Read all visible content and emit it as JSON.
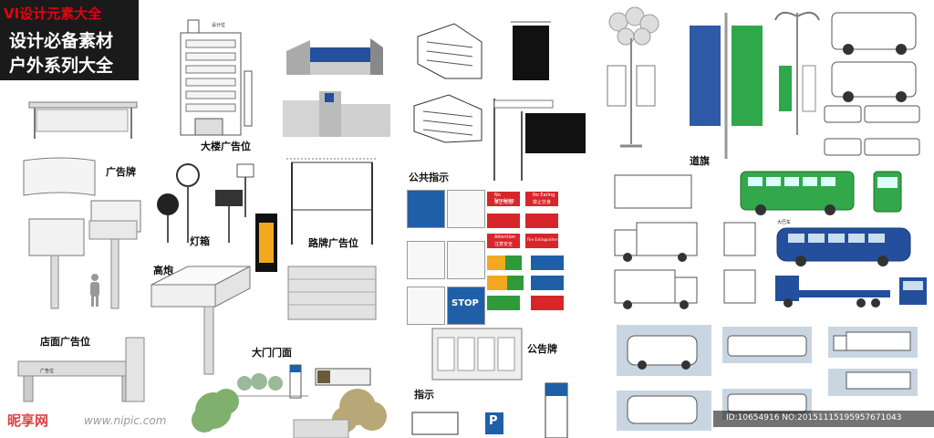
{
  "header": {
    "red_title": "VI设计元素大全",
    "line1": "设计必备素材",
    "line2": "户外系列大全"
  },
  "labels": {
    "building_ad": "大楼广告位",
    "billboard": "广告牌",
    "lightbox": "灯箱",
    "road_sign_ad": "路牌广告位",
    "highpole": "高炮",
    "storefront_ad": "店面广告位",
    "gate": "大门门面",
    "public_signs": "公共指示",
    "notice_board": "公告牌",
    "directions": "指示",
    "flags": "道旗"
  },
  "small_text": {
    "building_callout": "设计位",
    "bus_tag": "大巴车",
    "storefront_tag": "广告位",
    "stop_sign": "STOP",
    "parking": "P"
  },
  "sign_captions": [
    "No Smoking",
    "禁止吸烟",
    "No Eating",
    "禁止饮食",
    "Attention",
    "注意安全",
    "Fire Extinguisher"
  ],
  "watermark": {
    "logo": "昵享网",
    "url": "www.nipic.com",
    "id": "ID:10654916 NO:20151115195957671043"
  },
  "colors": {
    "title_red": "#e60012",
    "flag_blue": "#2e5aa8",
    "flag_green": "#2ea84a",
    "bus_green": "#33a84a",
    "bus_blue": "#234f9c",
    "sign_red": "#d7262b",
    "sign_blue": "#1f5fa8",
    "exit_green": "#2f9a3c",
    "warn_yellow": "#f2a91d"
  }
}
